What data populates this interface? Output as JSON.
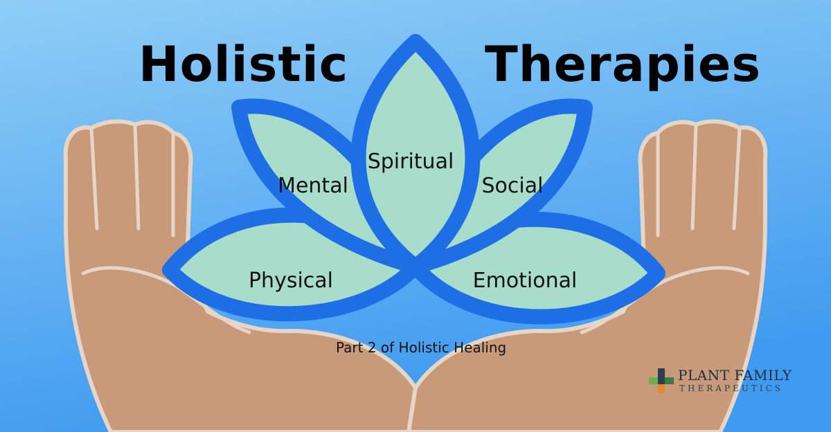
{
  "header": {
    "title_left": "Holistic",
    "title_right": "Therapies"
  },
  "lotus": {
    "petals": [
      {
        "id": "spiritual",
        "label": "Spiritual"
      },
      {
        "id": "mental",
        "label": "Mental"
      },
      {
        "id": "social",
        "label": "Social"
      },
      {
        "id": "physical",
        "label": "Physical"
      },
      {
        "id": "emotional",
        "label": "Emotional"
      }
    ]
  },
  "footer": {
    "subtitle": "Part 2 of Holistic Healing"
  },
  "logo": {
    "line1": "PLANT FAMILY",
    "line2": "THERAPEUTICS"
  },
  "colors": {
    "background_top": "#8fcdf6",
    "background_bottom": "#3f9af0",
    "petal_outline": "#1e6ee6",
    "petal_fill": "#a8dccb",
    "hand_fill": "#c99a7a",
    "hand_outline": "#e6d6c8"
  },
  "icons": {
    "logo_mark": "plus-cross-icon"
  }
}
